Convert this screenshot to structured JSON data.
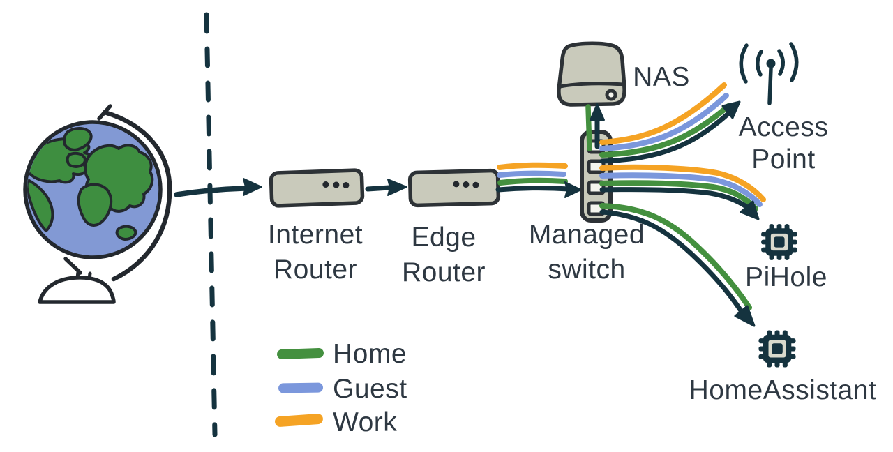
{
  "nodes": {
    "internet_router": {
      "label": "Internet Router"
    },
    "edge_router": {
      "label": "Edge Router"
    },
    "managed_switch": {
      "label": "Managed switch"
    },
    "nas": {
      "label": "NAS"
    },
    "access_point": {
      "label": "Access Point"
    },
    "pihole": {
      "label": "PiHole"
    },
    "home_assistant": {
      "label": "HomeAssistant"
    }
  },
  "legend": {
    "items": [
      {
        "label": "Home"
      },
      {
        "label": "Guest"
      },
      {
        "label": "Work"
      }
    ]
  },
  "colors": {
    "home": "#44903f",
    "guest": "#7b97dc",
    "work": "#f5a324",
    "ink": "#15333f",
    "device_fill": "#c9cabb",
    "device_stroke": "#2d3236",
    "ocean": "#8299d4",
    "land": "#3e8e40"
  }
}
